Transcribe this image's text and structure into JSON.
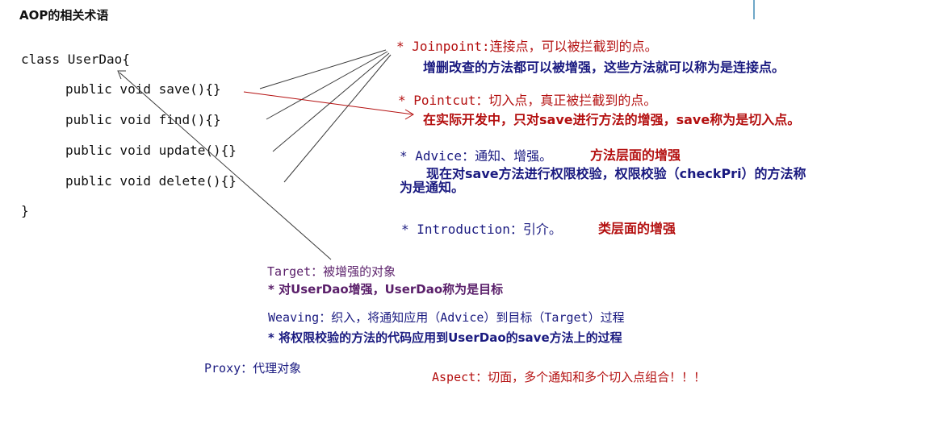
{
  "title": "AOP的相关术语",
  "code": {
    "class_decl": "class UserDao{",
    "methods": [
      "public void save(){}",
      "public void find(){}",
      "public void update(){}",
      "public void delete(){}"
    ],
    "close_brace": "}"
  },
  "terms": {
    "joinpoint": {
      "label": "* Joinpoint:连接点，可以被拦截到的点。",
      "desc": "增删改查的方法都可以被增强，这些方法就可以称为是连接点。"
    },
    "pointcut": {
      "label": "* Pointcut：切入点，真正被拦截到的点。",
      "desc": "在实际开发中，只对save进行方法的增强，save称为是切入点。"
    },
    "advice": {
      "label": "* Advice：通知、增强。",
      "label_extra": "方法层面的增强",
      "desc_line1": "现在对save方法进行权限校验，权限校验（checkPri）的方法称",
      "desc_line2": "为是通知。"
    },
    "introduction": {
      "label": "* Introduction：引介。",
      "label_extra": "类层面的增强"
    },
    "target": {
      "label": "Target：被增强的对象",
      "desc": "* 对UserDao增强，UserDao称为是目标"
    },
    "weaving": {
      "label": "Weaving：织入，将通知应用（Advice）到目标（Target）过程",
      "desc": "* 将权限校验的方法的代码应用到UserDao的save方法上的过程"
    },
    "proxy": {
      "label": "Proxy：代理对象"
    },
    "aspect": {
      "label": "Aspect：切面，多个通知和多个切入点组合！！！"
    }
  },
  "colors": {
    "text": "#111111",
    "blue": "#1a1a80",
    "red": "#b41010",
    "purple": "#5a1f6a",
    "line_dark": "#3a3a3a",
    "line_red": "#b41010",
    "cursor": "#6fa8c8"
  }
}
